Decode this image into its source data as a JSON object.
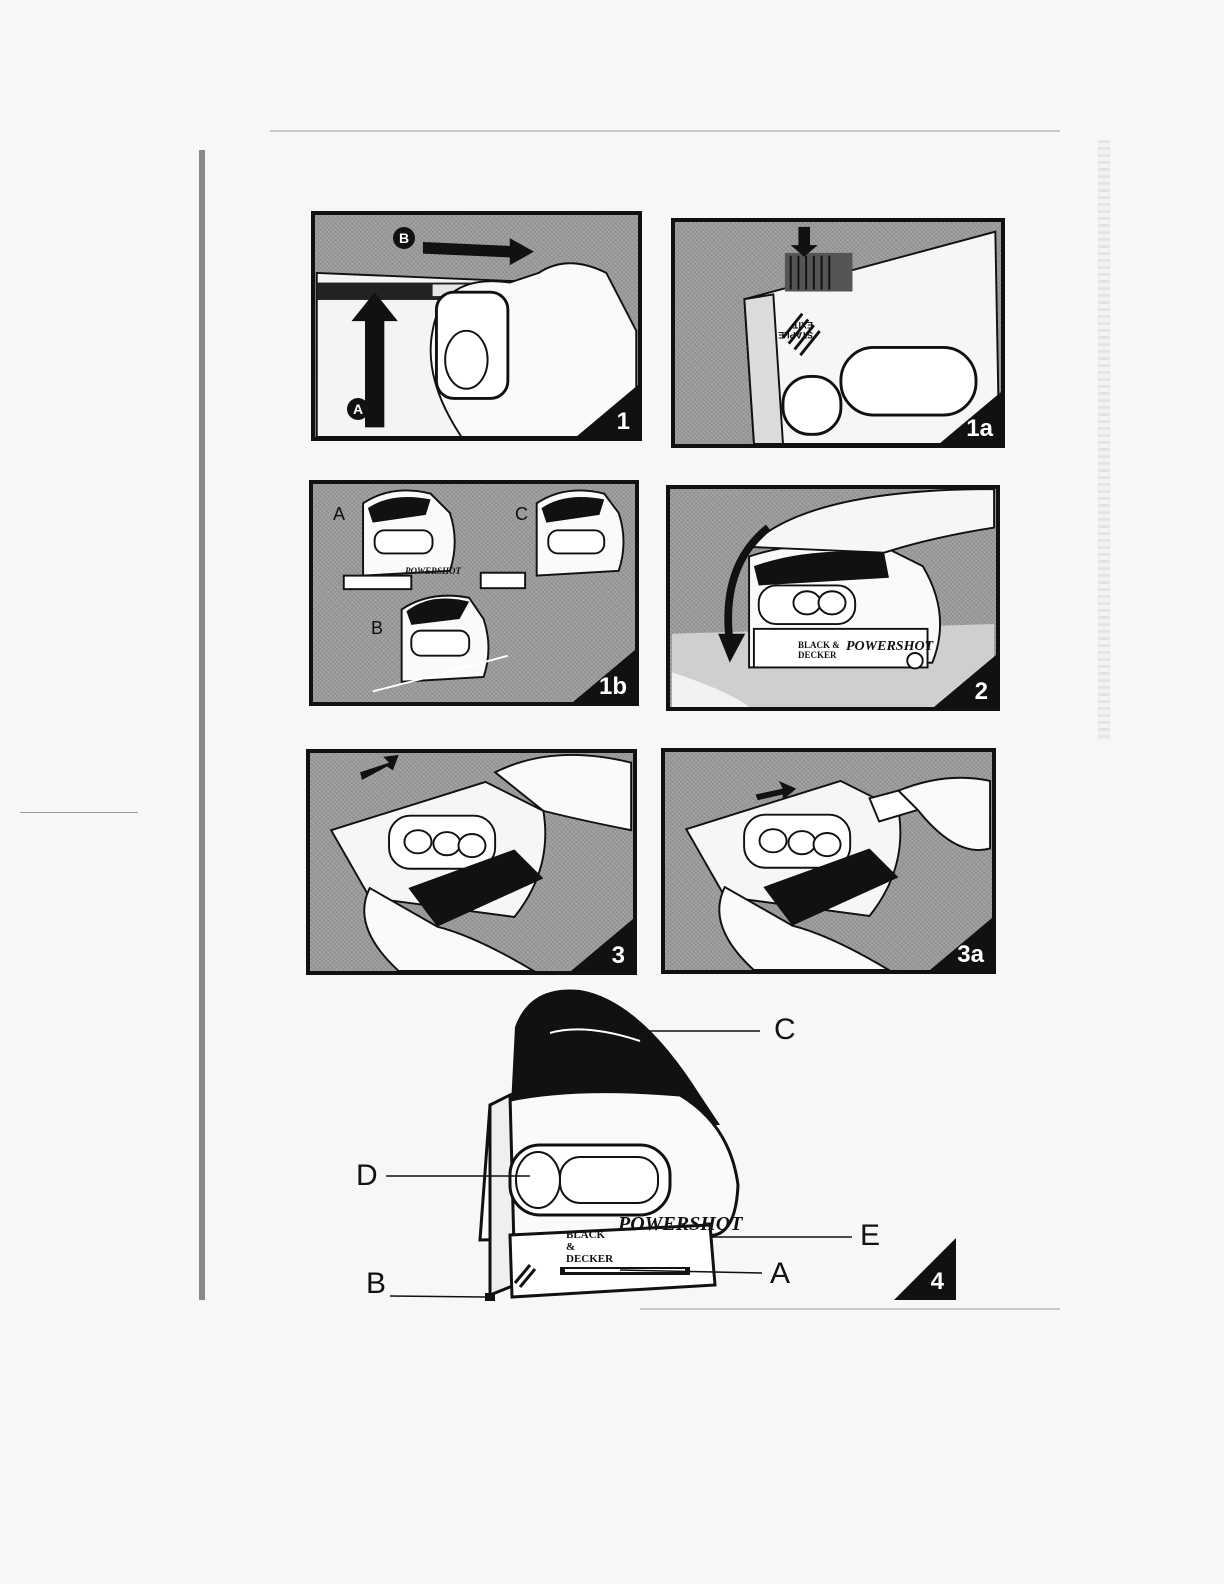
{
  "panels": [
    {
      "id": "p1",
      "label": "1"
    },
    {
      "id": "p1a",
      "label": "1a"
    },
    {
      "id": "p1b",
      "label": "1b"
    },
    {
      "id": "p2",
      "label": "2"
    },
    {
      "id": "p3",
      "label": "3"
    },
    {
      "id": "p3a",
      "label": "3a"
    }
  ],
  "panel1": {
    "arrow_a": "A",
    "arrow_b": "B"
  },
  "panel1a": {
    "exit_text": "STAPLE EXIT"
  },
  "panel1b": {
    "view_a": "A",
    "view_b": "B",
    "view_c": "C",
    "brand": "POWERSHOT"
  },
  "panel2": {
    "brand_maker": "BLACK & DECKER",
    "brand": "POWERSHOT"
  },
  "figure4": {
    "label": "4",
    "brand": "POWERSHOT",
    "brand_maker": "BLACK & DECKER",
    "callouts": {
      "a": "A",
      "b": "B",
      "c": "C",
      "d": "D",
      "e": "E"
    }
  },
  "colors": {
    "ink": "#111111",
    "halftone": "#9c9c9c",
    "paper": "#f7f7f5"
  }
}
